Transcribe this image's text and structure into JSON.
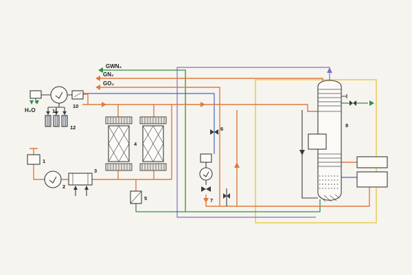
{
  "diagram": {
    "type": "process-flow-schematic",
    "labels": {
      "gwn2": "GWN₂",
      "gn2": "GN₂",
      "go2": "GO₂",
      "h2o": "H₂O"
    },
    "components": {
      "c1": "1",
      "c2": "2",
      "c3": "3",
      "c4": "4",
      "c5": "5",
      "c6": "6",
      "c7": "7",
      "c8": "8",
      "c10": "10",
      "c11": "11",
      "c12": "12"
    },
    "colors": {
      "orange_line": "#E0793F",
      "green_line": "#2F8F45",
      "blue_line": "#4A66B8",
      "purple_line": "#8070C0",
      "yellow_line": "#E9D268",
      "dark_line": "#3B3B3B",
      "background": "#F6F4EF"
    }
  }
}
